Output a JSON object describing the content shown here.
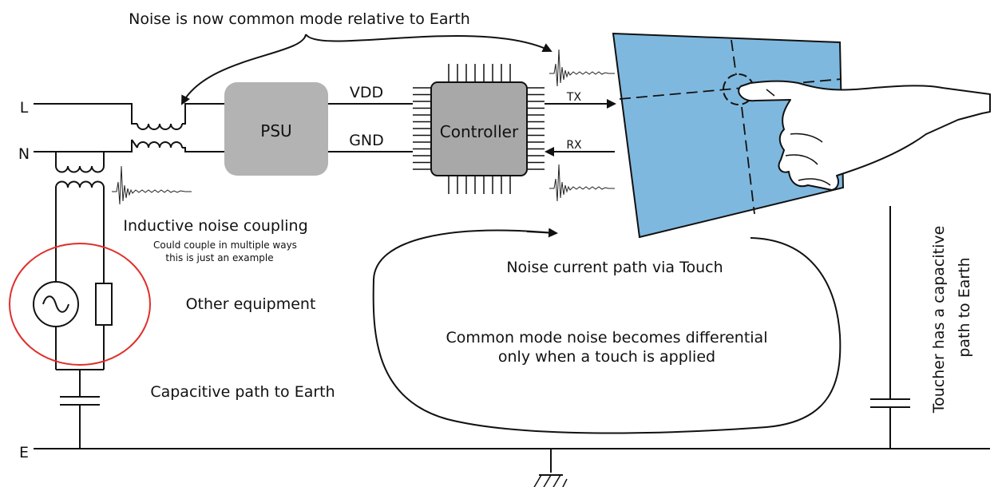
{
  "labels": {
    "top_note": "Noise is now common mode relative to Earth",
    "line_L": "L",
    "line_N": "N",
    "line_E": "E",
    "psu": "PSU",
    "vdd": "VDD",
    "gnd": "GND",
    "controller": "Controller",
    "tx": "TX",
    "rx": "RX",
    "inductive_title": "Inductive noise coupling",
    "inductive_sub1": "Could couple in multiple ways",
    "inductive_sub2": "this is just an example",
    "other_equipment": "Other equipment",
    "cap_path": "Capacitive path to Earth",
    "noise_path": "Noise current path via Touch",
    "common_mode_1": "Common mode noise becomes differential",
    "common_mode_2": "only when a touch is applied",
    "toucher_1": "Toucher has a capacitive",
    "toucher_2": "path to Earth"
  },
  "colors": {
    "panel": "#7fb8de",
    "block": "#b3b3b3",
    "chip": "#a8a8a8",
    "highlight": "#e0302a",
    "ink": "#111111"
  }
}
